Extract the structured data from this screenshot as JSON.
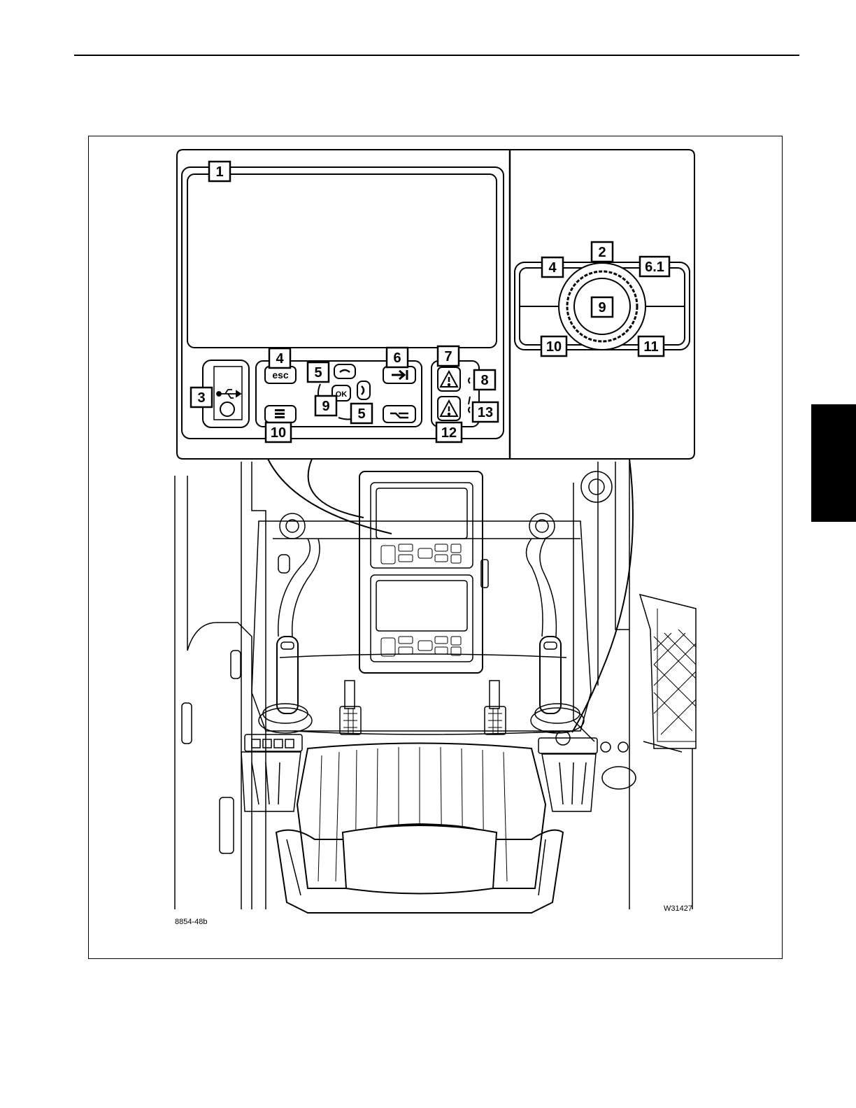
{
  "figure": {
    "id_left": "8854-48b",
    "id_right": "W31427"
  },
  "callouts": {
    "c1": "1",
    "c2": "2",
    "c3": "3",
    "c4_left": "4",
    "c4_right": "4",
    "c5_top": "5",
    "c5_bottom": "5",
    "c6": "6",
    "c6_1": "6.1",
    "c7": "7",
    "c8": "8",
    "c9_left": "9",
    "c9_right": "9",
    "c10_left": "10",
    "c10_right": "10",
    "c11": "11",
    "c12": "12",
    "c13": "13"
  },
  "keys": {
    "esc": "esc",
    "ok": "OK"
  },
  "icons": [
    "usb-icon",
    "tab-arrow-icon",
    "warning-triangle-icon",
    "menu-icon",
    "up-arrow-icon",
    "right-arrow-icon",
    "switch-icon",
    "rotary-knob-icon"
  ]
}
